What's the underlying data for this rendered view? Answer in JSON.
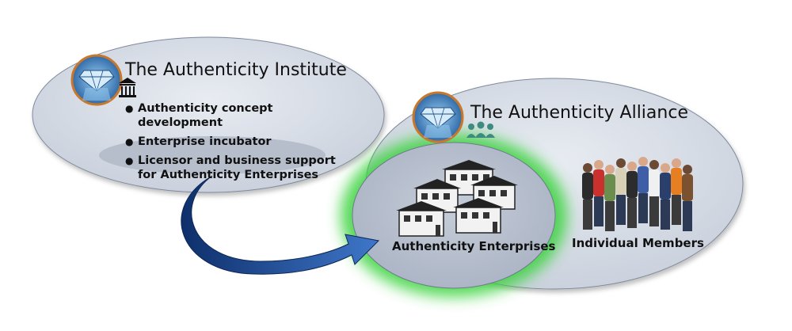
{
  "institute": {
    "title": "The Authenticity Institute",
    "bullets": [
      "Authenticity concept development",
      "Enterprise incubator",
      "Licensor and business support for Authenticity Enterprises"
    ],
    "icons": [
      "diamond-logo-icon",
      "institution-building-icon"
    ]
  },
  "alliance": {
    "title": "The Authenticity Alliance",
    "icons": [
      "diamond-logo-icon",
      "people-group-icon"
    ]
  },
  "enterprises": {
    "label": "Authenticity Enterprises",
    "icon": "buildings-icon"
  },
  "members": {
    "label": "Individual Members",
    "icon": "people-photo-icon"
  },
  "colors": {
    "ellipse_fill": "#d3d9e3",
    "inner_ellipse": "#b8c0cf",
    "arrow": "#1f4e9c",
    "glow": "#39d33a",
    "logo_ring": "#c9772b",
    "logo_bg": "#3f7fbd"
  }
}
